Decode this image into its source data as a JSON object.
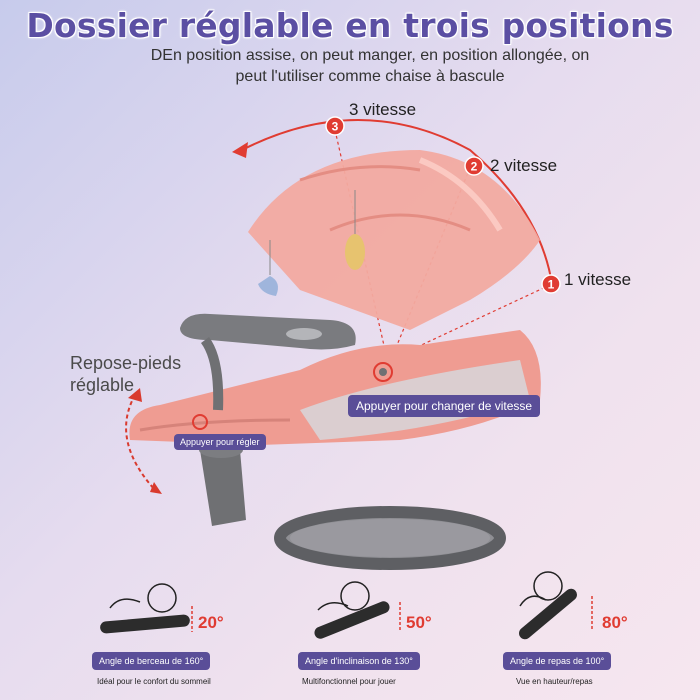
{
  "header": {
    "title": "Dossier réglable en trois positions",
    "subtitle": "DEn position assise, on peut manger, en position allongée, on peut l'utiliser comme chaise à bascule"
  },
  "speeds": [
    {
      "number": "3",
      "label": "3 vitesse"
    },
    {
      "number": "2",
      "label": "2 vitesse"
    },
    {
      "number": "1",
      "label": "1 vitesse"
    }
  ],
  "footrest": {
    "label": "Repose-pieds réglable"
  },
  "callouts": {
    "speed_button": "Appuyer pour changer de vitesse",
    "adjust_button": "Appuyer pour régler"
  },
  "modes": [
    {
      "angle": "20°",
      "name": "Angle de berceau de 160°",
      "description": "Idéal pour le confort du sommeil"
    },
    {
      "angle": "50°",
      "name": "Angle d'inclinaison de 130°",
      "description": "Multifonctionnel pour jouer"
    },
    {
      "angle": "80°",
      "name": "Angle de repas de 100°",
      "description": "Vue en hauteur/repas"
    }
  ],
  "colors": {
    "accent": "#5b4fa3",
    "pill": "#5a4e98",
    "speed_marker": "#e03c32",
    "seat": "#ef9c92",
    "frame": "#6f7073"
  }
}
